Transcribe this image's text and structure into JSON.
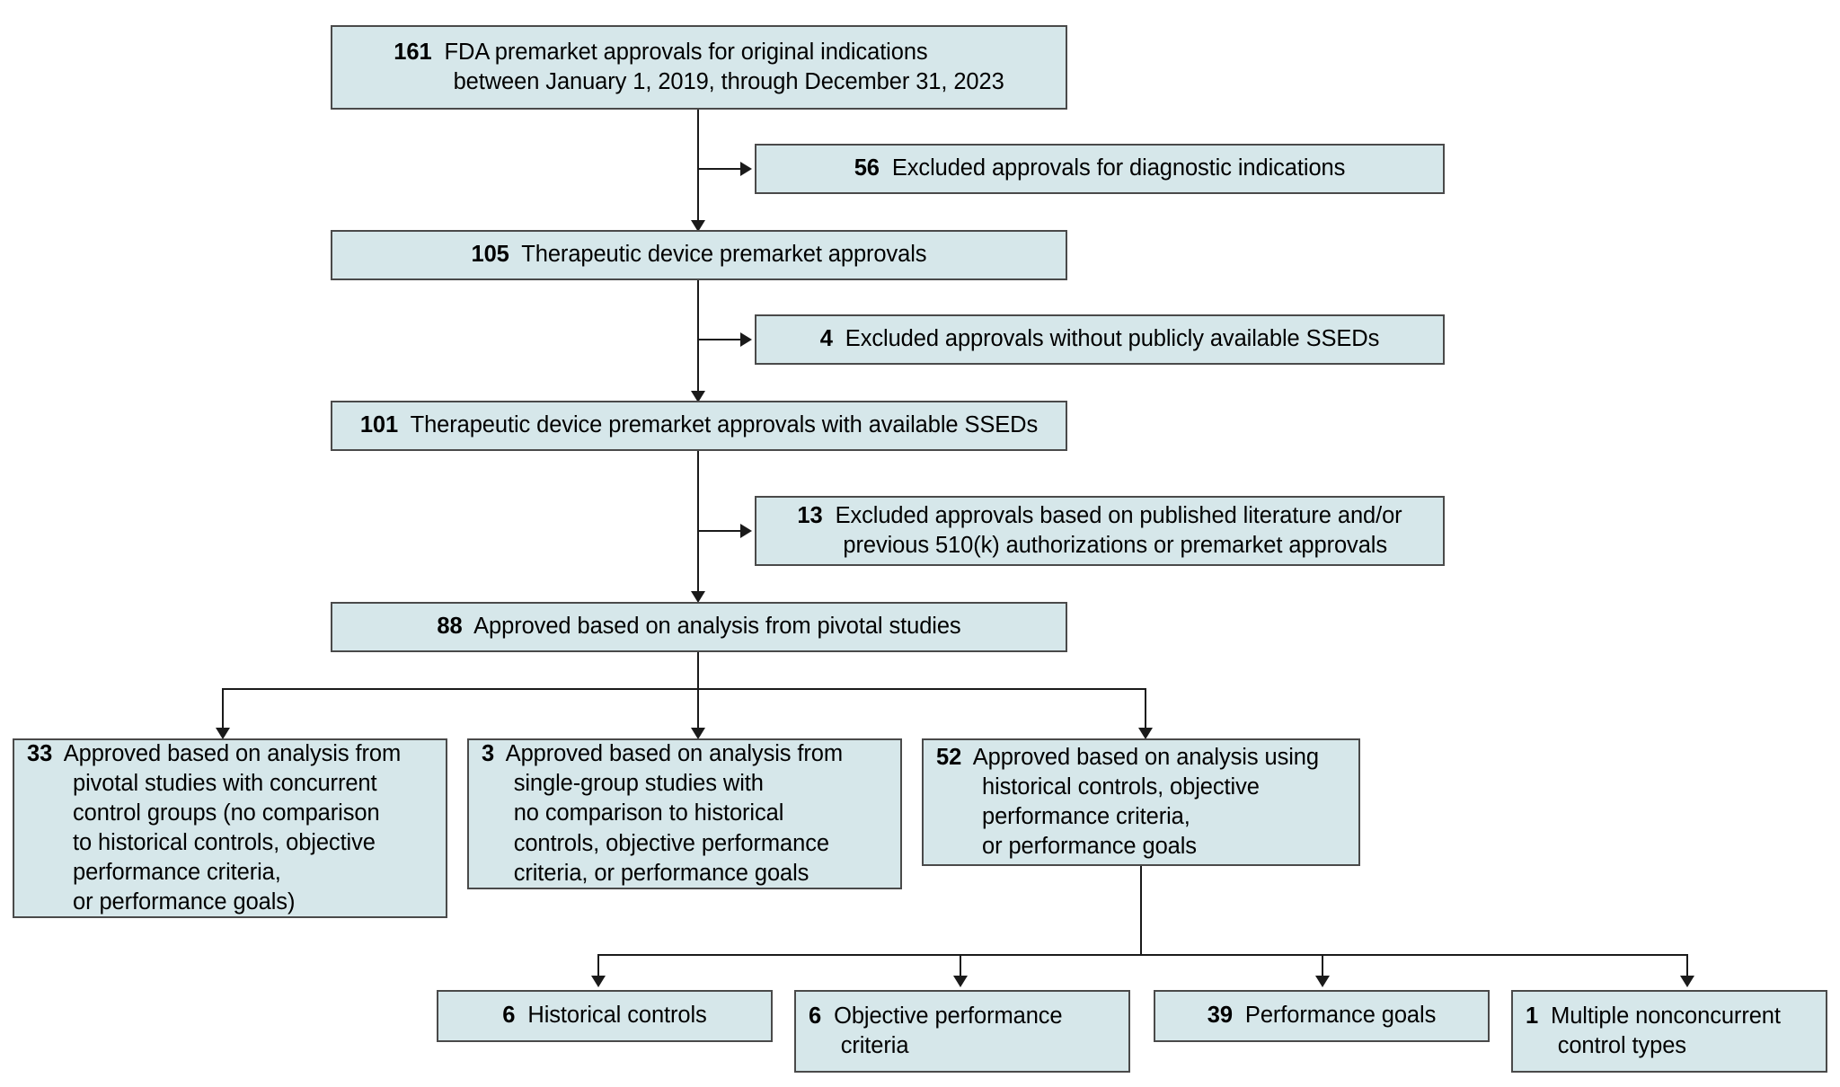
{
  "chart_data": {
    "type": "diagram",
    "title": "FDA premarket approval study-design flow diagram",
    "nodes": [
      {
        "id": "n161",
        "count": "161",
        "text": "FDA premarket approvals for original indications between January 1, 2019, through December 31, 2023"
      },
      {
        "id": "n56",
        "count": "56",
        "text": "Excluded approvals for diagnostic indications"
      },
      {
        "id": "n105",
        "count": "105",
        "text": "Therapeutic device premarket approvals"
      },
      {
        "id": "n4",
        "count": "4",
        "text": "Excluded approvals without publicly available SSEDs"
      },
      {
        "id": "n101",
        "count": "101",
        "text": "Therapeutic device premarket approvals with available SSEDs"
      },
      {
        "id": "n13",
        "count": "13",
        "text": "Excluded approvals based on published literature and/or previous 510(k) authorizations or premarket approvals"
      },
      {
        "id": "n88",
        "count": "88",
        "text": "Approved based on analysis from pivotal studies"
      },
      {
        "id": "n33",
        "count": "33",
        "text": "Approved based on analysis from pivotal studies with concurrent control groups (no comparison to historical controls, objective performance criteria, or performance goals)"
      },
      {
        "id": "n3",
        "count": "3",
        "text": "Approved based on analysis from single-group studies with no comparison to historical controls, objective performance criteria, or performance goals"
      },
      {
        "id": "n52",
        "count": "52",
        "text": "Approved based on analysis using historical controls, objective performance criteria, or performance goals"
      },
      {
        "id": "n6hc",
        "count": "6",
        "text": "Historical controls"
      },
      {
        "id": "n6opc",
        "count": "6",
        "text": "Objective performance criteria"
      },
      {
        "id": "n39",
        "count": "39",
        "text": "Performance goals"
      },
      {
        "id": "n1",
        "count": "1",
        "text": "Multiple nonconcurrent control types"
      }
    ],
    "edges": [
      {
        "from": "n161",
        "to": "n56",
        "style": "side"
      },
      {
        "from": "n161",
        "to": "n105",
        "style": "down"
      },
      {
        "from": "n105",
        "to": "n4",
        "style": "side"
      },
      {
        "from": "n105",
        "to": "n101",
        "style": "down"
      },
      {
        "from": "n101",
        "to": "n13",
        "style": "side"
      },
      {
        "from": "n101",
        "to": "n88",
        "style": "down"
      },
      {
        "from": "n88",
        "to": "n33",
        "style": "split"
      },
      {
        "from": "n88",
        "to": "n3",
        "style": "split"
      },
      {
        "from": "n88",
        "to": "n52",
        "style": "split"
      },
      {
        "from": "n52",
        "to": "n6hc",
        "style": "split"
      },
      {
        "from": "n52",
        "to": "n6opc",
        "style": "split"
      },
      {
        "from": "n52",
        "to": "n39",
        "style": "split"
      },
      {
        "from": "n52",
        "to": "n1",
        "style": "split"
      }
    ],
    "colors": {
      "box_fill": "#d6e7ea",
      "box_border": "#4a4a4a",
      "connector": "#1a1a1a",
      "text": "#000000",
      "background": "#ffffff"
    }
  },
  "boxes": {
    "total_approvals": {
      "count": "161",
      "line1": "FDA premarket approvals for original indications",
      "line2": "between January 1, 2019, through December 31, 2023"
    },
    "excluded_diagnostic": {
      "count": "56",
      "line1": "Excluded approvals for diagnostic indications"
    },
    "therapeutic_pma": {
      "count": "105",
      "line1": "Therapeutic device premarket approvals"
    },
    "excluded_no_ssed": {
      "count": "4",
      "line1": "Excluded approvals without publicly available SSEDs"
    },
    "therapeutic_with_ssed": {
      "count": "101",
      "line1": "Therapeutic device premarket approvals with available SSEDs"
    },
    "excluded_literature": {
      "count": "13",
      "line1": "Excluded approvals based on published literature and/or",
      "line2": "previous 510(k) authorizations or premarket approvals"
    },
    "pivotal_studies": {
      "count": "88",
      "line1": "Approved based on analysis from pivotal studies"
    },
    "concurrent_control": {
      "count": "33",
      "line1": "Approved based on analysis from",
      "line2": "pivotal studies with concurrent",
      "line3": "control groups (no comparison",
      "line4": "to historical controls, objective",
      "line5": "performance criteria,",
      "line6": "or performance goals)"
    },
    "single_group": {
      "count": "3",
      "line1": "Approved based on analysis from",
      "line2": "single-group studies with",
      "line3": "no comparison to historical",
      "line4": "controls, objective performance",
      "line5": "criteria, or performance goals"
    },
    "historical_controls_group": {
      "count": "52",
      "line1": "Approved based on analysis using",
      "line2": "historical controls, objective",
      "line3": "performance criteria,",
      "line4": "or performance goals"
    },
    "historical_controls": {
      "count": "6",
      "line1": "Historical controls"
    },
    "objective_performance_criteria": {
      "count": "6",
      "line1": "Objective performance",
      "line2": "criteria"
    },
    "performance_goals": {
      "count": "39",
      "line1": "Performance goals"
    },
    "multiple_nonconcurrent": {
      "count": "1",
      "line1": "Multiple nonconcurrent",
      "line2": "control types"
    }
  }
}
